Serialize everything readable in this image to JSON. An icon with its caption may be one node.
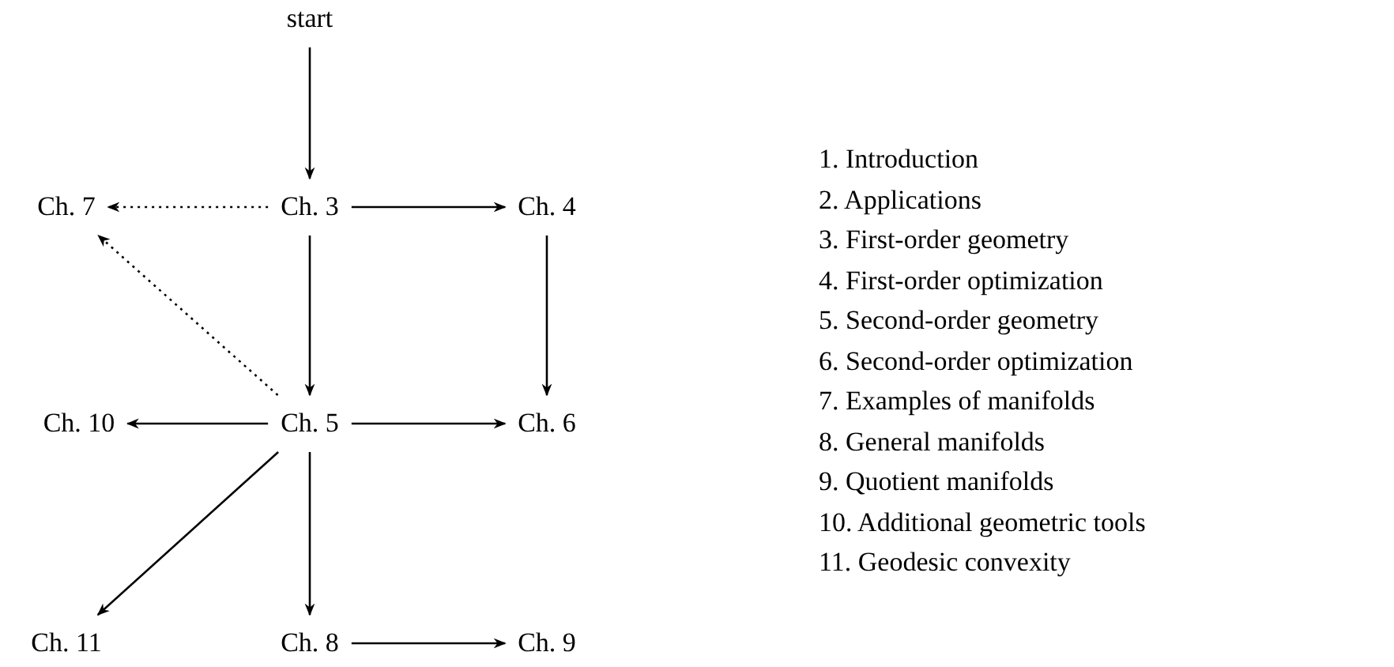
{
  "diagram": {
    "nodes": [
      {
        "text": [
          "start"
        ]
      },
      {
        "text": [
          "Ch. 7"
        ]
      },
      {
        "text": [
          "Ch. 3"
        ]
      },
      {
        "text": [
          "Ch. 4"
        ]
      },
      {
        "text": [
          "Ch. 10"
        ]
      },
      {
        "text": [
          "Ch. 5"
        ]
      },
      {
        "text": [
          "Ch. 6"
        ]
      },
      {
        "text": [
          "Ch. 11"
        ]
      },
      {
        "text": [
          "Ch. 8"
        ]
      },
      {
        "text": [
          "Ch. 9"
        ]
      }
    ],
    "edges": [
      {
        "from": 0,
        "to": 2,
        "arrow": "to"
      },
      {
        "from": 2,
        "to": 1,
        "arrow": "to",
        "style": "dashed"
      },
      {
        "from": 2,
        "to": 3,
        "arrow": "to"
      },
      {
        "from": 2,
        "to": 5,
        "arrow": "to"
      },
      {
        "from": 3,
        "to": 6,
        "arrow": "to"
      },
      {
        "from": 5,
        "to": 1,
        "arrow": "to",
        "style": "dashed"
      },
      {
        "from": 5,
        "to": 4,
        "arrow": "to"
      },
      {
        "from": 5,
        "to": 6,
        "arrow": "to"
      },
      {
        "from": 5,
        "to": 7,
        "arrow": "to"
      },
      {
        "from": 5,
        "to": 8,
        "arrow": "to"
      },
      {
        "from": 8,
        "to": 9,
        "arrow": "to"
      }
    ],
    "labels": [
      "1. Introduction",
      "2. Applications",
      "3. First-order geometry",
      "4. First-order optimization",
      "5. Second-order geometry",
      "6. Second-order optimization",
      "7. Examples of manifolds",
      "8. General manifolds",
      "9. Quotient manifolds",
      "10. Additional geometric tools",
      "11. Geodesic convexity"
    ]
  }
}
